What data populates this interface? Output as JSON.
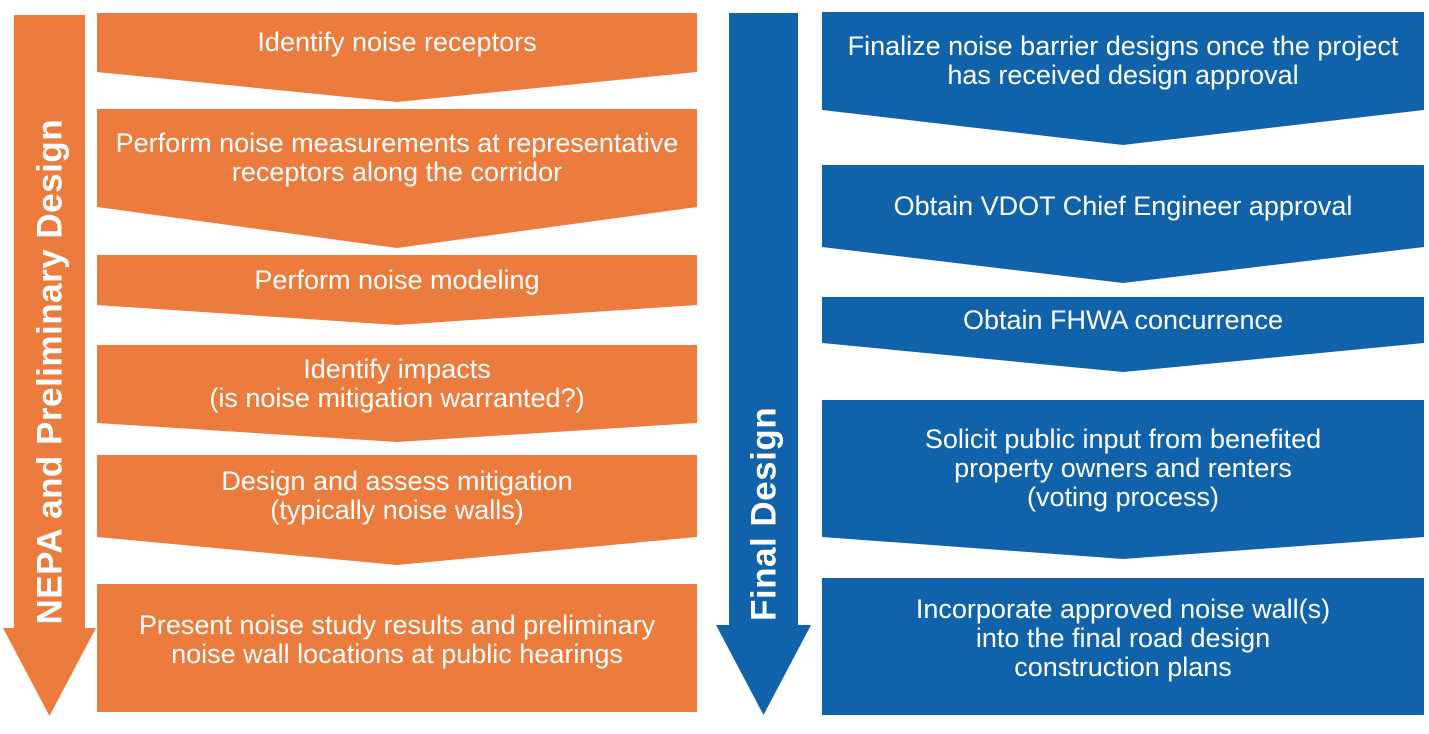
{
  "colors": {
    "orange": "#EB7C3D",
    "blue": "#1063AA",
    "text": "#FFFFFF",
    "background": "#FFFFFF"
  },
  "left": {
    "title": "NEPA and Preliminary Design",
    "steps": [
      {
        "label": "Identify noise receptors"
      },
      {
        "label": "Perform noise measurements at representative\nreceptors along the corridor"
      },
      {
        "label": "Perform noise modeling"
      },
      {
        "label": "Identify impacts\n(is noise mitigation warranted?)"
      },
      {
        "label": "Design and assess mitigation\n(typically noise walls)"
      },
      {
        "label": "Present noise study results and preliminary\nnoise wall locations at public hearings"
      }
    ]
  },
  "right": {
    "title": "Final Design",
    "steps": [
      {
        "label": "Finalize noise barrier designs once the project\nhas received design approval"
      },
      {
        "label": "Obtain VDOT Chief Engineer approval"
      },
      {
        "label": "Obtain FHWA concurrence"
      },
      {
        "label": "Solicit public input from benefited\nproperty owners and renters\n(voting process)"
      },
      {
        "label": "Incorporate approved noise wall(s)\ninto the final road design\nconstruction plans"
      }
    ]
  }
}
